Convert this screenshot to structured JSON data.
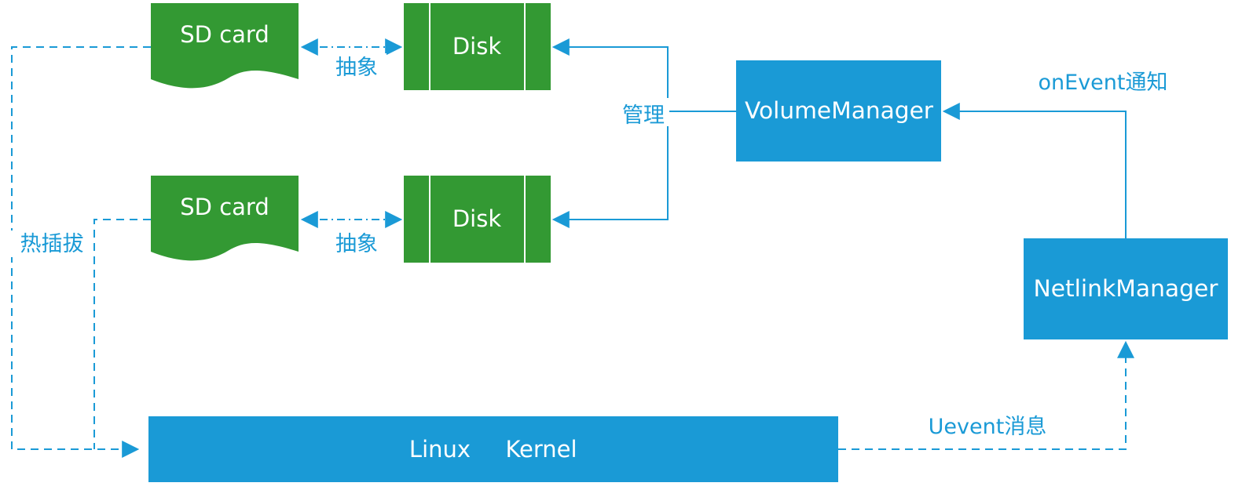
{
  "colors": {
    "green": "#339933",
    "blue": "#1a9ad6",
    "line": "#1a9ad6",
    "text_on_box": "#ffffff"
  },
  "nodes": {
    "sd_card_1": "SD card",
    "sd_card_2": "SD card",
    "disk_1": "Disk",
    "disk_2": "Disk",
    "volume_manager": "VolumeManager",
    "netlink_manager": "NetlinkManager",
    "linux_kernel_word1": "Linux",
    "linux_kernel_word2": "Kernel"
  },
  "edge_labels": {
    "abstract_1": "抽象",
    "abstract_2": "抽象",
    "manage": "管理",
    "hotplug": "热插拔",
    "on_event": "onEvent通知",
    "uevent": "Uevent消息"
  }
}
